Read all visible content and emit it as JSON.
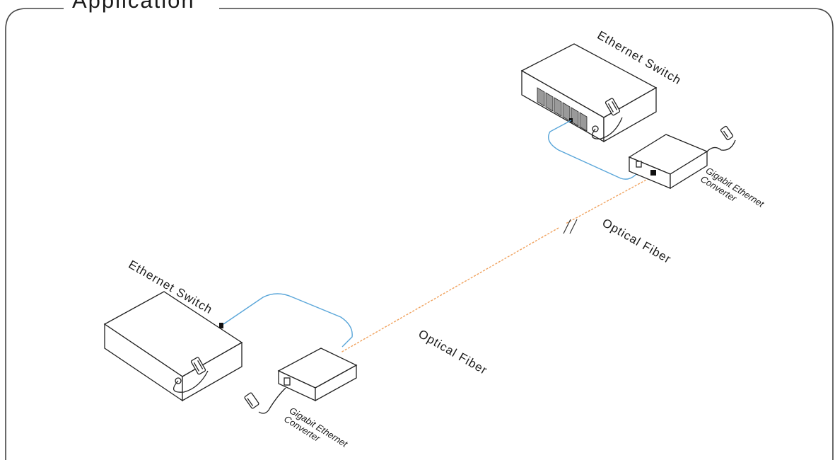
{
  "diagram": {
    "title": "Application",
    "devices": {
      "switch_top": "Ethernet Switch",
      "switch_bottom": "Ethernet Switch",
      "converter_top": [
        "Gigabit Ethernet",
        "Converter"
      ],
      "converter_bottom": [
        "Gigabit Ethernet",
        "Converter"
      ]
    },
    "links": {
      "fiber_top": "Optical Fiber",
      "fiber_bottom": "Optical Fiber"
    },
    "colors": {
      "frame": "#444444",
      "device_stroke": "#222222",
      "ethernet_cable": "#5aa6d9",
      "optical_fiber": "#f0a15c"
    }
  }
}
